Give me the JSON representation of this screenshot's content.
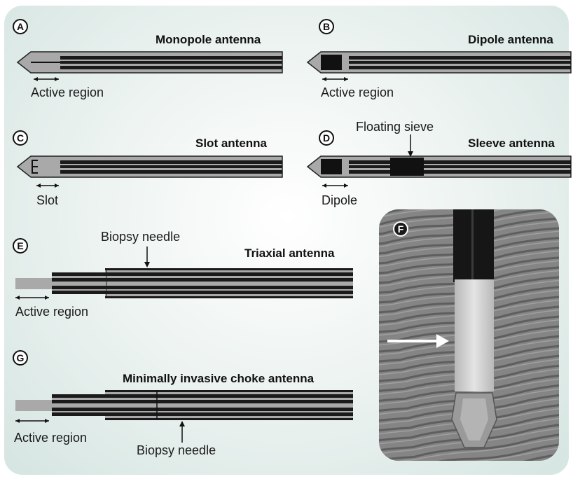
{
  "panels": {
    "A": {
      "letter": "A",
      "title": "Monopole antenna",
      "region_label": "Active region"
    },
    "B": {
      "letter": "B",
      "title": "Dipole antenna",
      "region_label": "Active region"
    },
    "C": {
      "letter": "C",
      "title": "Slot antenna",
      "region_label": "Slot"
    },
    "D": {
      "letter": "D",
      "title": "Sleeve antenna",
      "region_label": "Dipole",
      "callout": "Floating sieve"
    },
    "E": {
      "letter": "E",
      "title": "Triaxial antenna",
      "region_label": "Active region",
      "callout": "Biopsy needle"
    },
    "G": {
      "letter": "G",
      "title": "Minimally invasive choke antenna",
      "region_label": "Active region",
      "callout": "Biopsy needle"
    },
    "F": {
      "letter": "F"
    }
  },
  "colors": {
    "shaft_fill": "#a9a9a9",
    "dark_band": "#1a1a1a",
    "background_tint": "#d5e5e1",
    "photo_tissue": "#7a7a7a"
  }
}
